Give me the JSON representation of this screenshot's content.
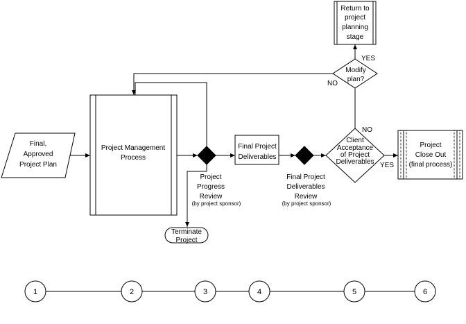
{
  "diagram": {
    "title": "Project Management Process Flowchart",
    "nodes": {
      "input": {
        "lines": [
          "Final,",
          "Approved",
          "Project Plan"
        ]
      },
      "process": {
        "lines": [
          "Project Management",
          "Process"
        ]
      },
      "progress_review": {
        "lines": [
          "Project",
          "Progress",
          "Review"
        ],
        "sub": "(by project sponsor)"
      },
      "terminate": {
        "lines": [
          "Terminate",
          "Project"
        ]
      },
      "deliverables": {
        "lines": [
          "Final Project",
          "Deliverables"
        ]
      },
      "deliverables_review": {
        "lines": [
          "Final Project",
          "Deliverables",
          "Review"
        ],
        "sub": "(by project sponsor)"
      },
      "client_acceptance": {
        "lines": [
          "Client",
          "Acceptance",
          "of Project",
          "Deliverables"
        ]
      },
      "close_out": {
        "lines": [
          "Project",
          "Close Out",
          "(final process)"
        ]
      },
      "modify_plan": {
        "lines": [
          "Modify",
          "plan?"
        ]
      },
      "return_planning": {
        "lines": [
          "Return to",
          "project",
          "planning",
          "stage"
        ]
      }
    },
    "edge_labels": {
      "modify_yes": "YES",
      "modify_no": "NO",
      "client_no": "NO",
      "client_yes": "YES"
    },
    "timeline": [
      "1",
      "2",
      "3",
      "4",
      "5",
      "6"
    ]
  }
}
